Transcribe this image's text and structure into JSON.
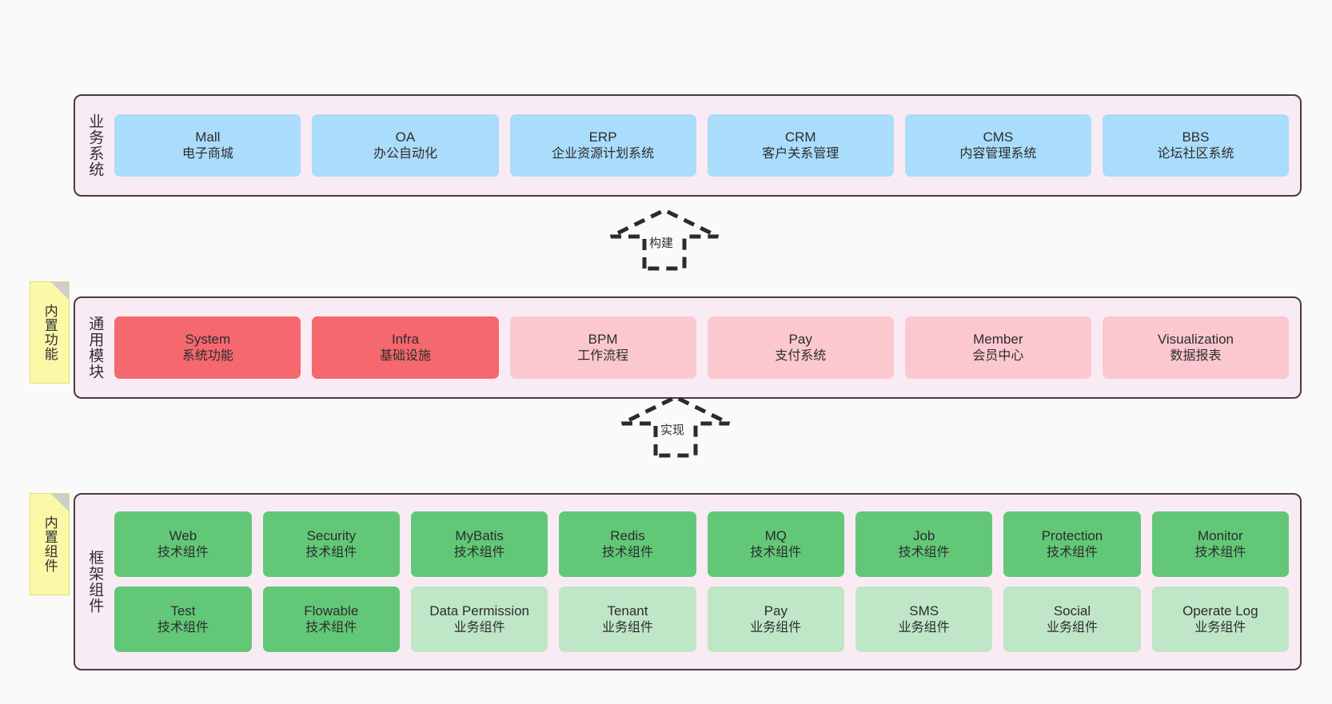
{
  "diagram": {
    "background": "#fafafa",
    "panel_bg": "#f9ebf4",
    "panel_border": "#4a3a46",
    "colors": {
      "business": "#aadcfb",
      "module_core": "#f4686e",
      "module_plain": "#fbc8d0",
      "tech_component": "#62c878",
      "biz_component": "#bfe6c6",
      "sticky_note": "#fbf8a8",
      "sticky_fold": "#cdcdcd"
    }
  },
  "layers": [
    {
      "id": "business-systems",
      "title": "业务系统",
      "rows": [
        [
          {
            "en": "Mall",
            "cn": "电子商城",
            "style": "c-blue"
          },
          {
            "en": "OA",
            "cn": "办公自动化",
            "style": "c-blue"
          },
          {
            "en": "ERP",
            "cn": "企业资源计划系统",
            "style": "c-blue"
          },
          {
            "en": "CRM",
            "cn": "客户关系管理",
            "style": "c-blue"
          },
          {
            "en": "CMS",
            "cn": "内容管理系统",
            "style": "c-blue"
          },
          {
            "en": "BBS",
            "cn": "论坛社区系统",
            "style": "c-blue"
          }
        ]
      ]
    },
    {
      "id": "common-modules",
      "title": "通用模块",
      "note": "内置功能",
      "rows": [
        [
          {
            "en": "System",
            "cn": "系统功能",
            "style": "c-red"
          },
          {
            "en": "Infra",
            "cn": "基础设施",
            "style": "c-red"
          },
          {
            "en": "BPM",
            "cn": "工作流程",
            "style": "c-pink"
          },
          {
            "en": "Pay",
            "cn": "支付系统",
            "style": "c-pink"
          },
          {
            "en": "Member",
            "cn": "会员中心",
            "style": "c-pink"
          },
          {
            "en": "Visualization",
            "cn": "数据报表",
            "style": "c-pink"
          }
        ]
      ]
    },
    {
      "id": "framework-components",
      "title": "框架组件",
      "note": "内置组件",
      "rows": [
        [
          {
            "en": "Web",
            "cn": "技术组件",
            "style": "c-green"
          },
          {
            "en": "Security",
            "cn": "技术组件",
            "style": "c-green"
          },
          {
            "en": "MyBatis",
            "cn": "技术组件",
            "style": "c-green"
          },
          {
            "en": "Redis",
            "cn": "技术组件",
            "style": "c-green"
          },
          {
            "en": "MQ",
            "cn": "技术组件",
            "style": "c-green"
          },
          {
            "en": "Job",
            "cn": "技术组件",
            "style": "c-green"
          },
          {
            "en": "Protection",
            "cn": "技术组件",
            "style": "c-green"
          },
          {
            "en": "Monitor",
            "cn": "技术组件",
            "style": "c-green"
          }
        ],
        [
          {
            "en": "Test",
            "cn": "技术组件",
            "style": "c-green"
          },
          {
            "en": "Flowable",
            "cn": "技术组件",
            "style": "c-green"
          },
          {
            "en": "Data Permission",
            "cn": "业务组件",
            "style": "c-lightgreen"
          },
          {
            "en": "Tenant",
            "cn": "业务组件",
            "style": "c-lightgreen"
          },
          {
            "en": "Pay",
            "cn": "业务组件",
            "style": "c-lightgreen"
          },
          {
            "en": "SMS",
            "cn": "业务组件",
            "style": "c-lightgreen"
          },
          {
            "en": "Social",
            "cn": "业务组件",
            "style": "c-lightgreen"
          },
          {
            "en": "Operate Log",
            "cn": "业务组件",
            "style": "c-lightgreen"
          }
        ]
      ]
    }
  ],
  "arrows": [
    {
      "id": "build-arrow",
      "label": "构建"
    },
    {
      "id": "implement-arrow",
      "label": "实现"
    }
  ]
}
